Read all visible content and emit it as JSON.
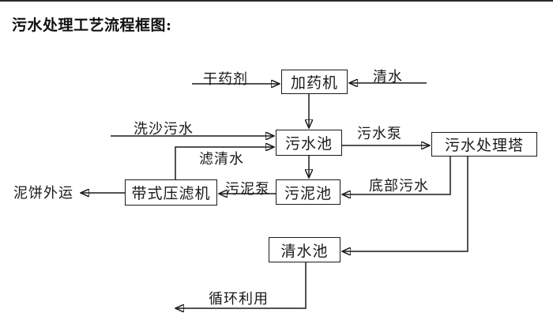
{
  "page": {
    "title": "污水处理工艺流程框图:",
    "colors": {
      "background": "#ffffff",
      "line": "#1a1a1a",
      "text": "#1a1a1a",
      "top_rule": "#2a2a2a"
    }
  },
  "diagram": {
    "type": "flowchart",
    "nodes": [
      {
        "id": "dosing-machine",
        "label": "加药机"
      },
      {
        "id": "sewage-pool",
        "label": "污水池"
      },
      {
        "id": "sewage-treatment-tower",
        "label": "污水处理塔"
      },
      {
        "id": "sludge-pool",
        "label": "污泥池"
      },
      {
        "id": "belt-filter-press",
        "label": "带式压滤机"
      },
      {
        "id": "clean-water-pool",
        "label": "清水池"
      }
    ],
    "edges": [
      {
        "label": "干药剂",
        "from": "external",
        "to": "dosing-machine"
      },
      {
        "label": "清水",
        "from": "external",
        "to": "dosing-machine"
      },
      {
        "label": "洗沙污水",
        "from": "external",
        "to": "sewage-pool"
      },
      {
        "label": "滤清水",
        "from": "belt-filter-press",
        "to": "sewage-pool"
      },
      {
        "label": "污水泵",
        "from": "sewage-pool",
        "to": "sewage-treatment-tower"
      },
      {
        "label": "底部污水",
        "from": "sewage-treatment-tower",
        "to": "sludge-pool"
      },
      {
        "label": "污泥泵",
        "from": "sludge-pool",
        "to": "belt-filter-press"
      },
      {
        "label": "泥饼外运",
        "from": "belt-filter-press",
        "to": "external"
      },
      {
        "label": "循环利用",
        "from": "clean-water-pool",
        "to": "external"
      },
      {
        "label": "",
        "from": "dosing-machine",
        "to": "sewage-pool"
      },
      {
        "label": "",
        "from": "sewage-pool",
        "to": "sludge-pool"
      },
      {
        "label": "",
        "from": "sewage-treatment-tower",
        "to": "clean-water-pool"
      }
    ]
  }
}
